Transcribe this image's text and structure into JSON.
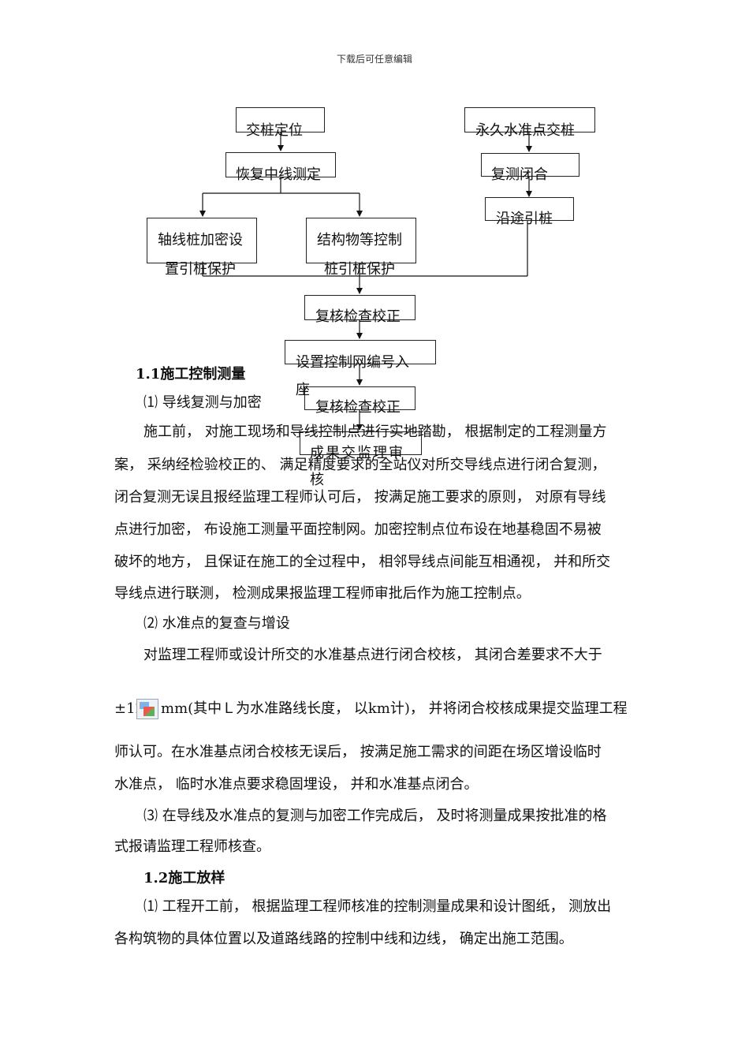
{
  "header": {
    "text": "下载后可任意编辑"
  },
  "flowchart": {
    "box_zhuangding": "交桩定位",
    "box_huifu": "恢复中线测定",
    "box_zhouxian_l1": "轴线桩加密设",
    "box_zhouxian_l2": "置引桩保护",
    "box_jiegou_l1": "结构物等控制",
    "box_jiegou_l2": "桩引桩保护",
    "box_yongjiu": "永久水准点交桩",
    "box_fuce": "复测闭合",
    "box_yantu": "沿途引桩",
    "box_fuhe1": "复核检查校正",
    "box_shezhi_l1": "设置控制网编号入",
    "box_shezhi_l2": "座",
    "box_fuhe2": "复核检查校正",
    "box_chengguo_l1": "成果交监理审",
    "box_chengguo_l2": "核"
  },
  "section1": {
    "title": "1.1施工控制测量",
    "item1_title": "⑴ 导线复测与加密",
    "p1": [
      "施工前， 对施工现场和导线控制点进行实地踏勘， 根据制定的工程测量方",
      "案， 采纳经检验校正的、 满足精度要求的全站仪对所交导线点进行闭合复测，",
      "闭合复测无误且报经监理工程师认可后， 按满足施工要求的原则， 对原有导线",
      "点进行加密， 布设施工测量平面控制网。加密控制点位布设在地基稳固不易被",
      "破坏的地方， 且保证在施工的全过程中， 相邻导线点间能互相通视， 并和所交",
      "导线点进行联测， 检测成果报监理工程师审批后作为施工控制点。"
    ],
    "item2_title": "⑵ 水准点的复查与增设",
    "p2_line1": "对监理工程师或设计所交的水准基点进行闭合校核， 其闭合差要求不大于",
    "p2_pm": "±12",
    "p2_line2_rest": "mm(其中Ｌ为水准路线长度， 以km计)， 并将闭合校核成果提交监理工程",
    "p2_line3": "师认可。在水准基点闭合校核无误后， 按满足施工需求的间距在场区增设临时",
    "p2_line4": "水准点， 临时水准点要求稳固埋设， 并和水准基点闭合。",
    "item3_line1": "⑶ 在导线及水准点的复测与加密工作完成后， 及时将测量成果按批准的格",
    "item3_line2": "式报请监理工程师核查。"
  },
  "section2": {
    "title": "1.2施工放样",
    "item1_line1": "⑴ 工程开工前， 根据监理工程师核准的控制测量成果和设计图纸， 测放出",
    "item1_line2": "各构筑物的具体位置以及道路线路的控制中线和边线， 确定出施工范围。"
  }
}
